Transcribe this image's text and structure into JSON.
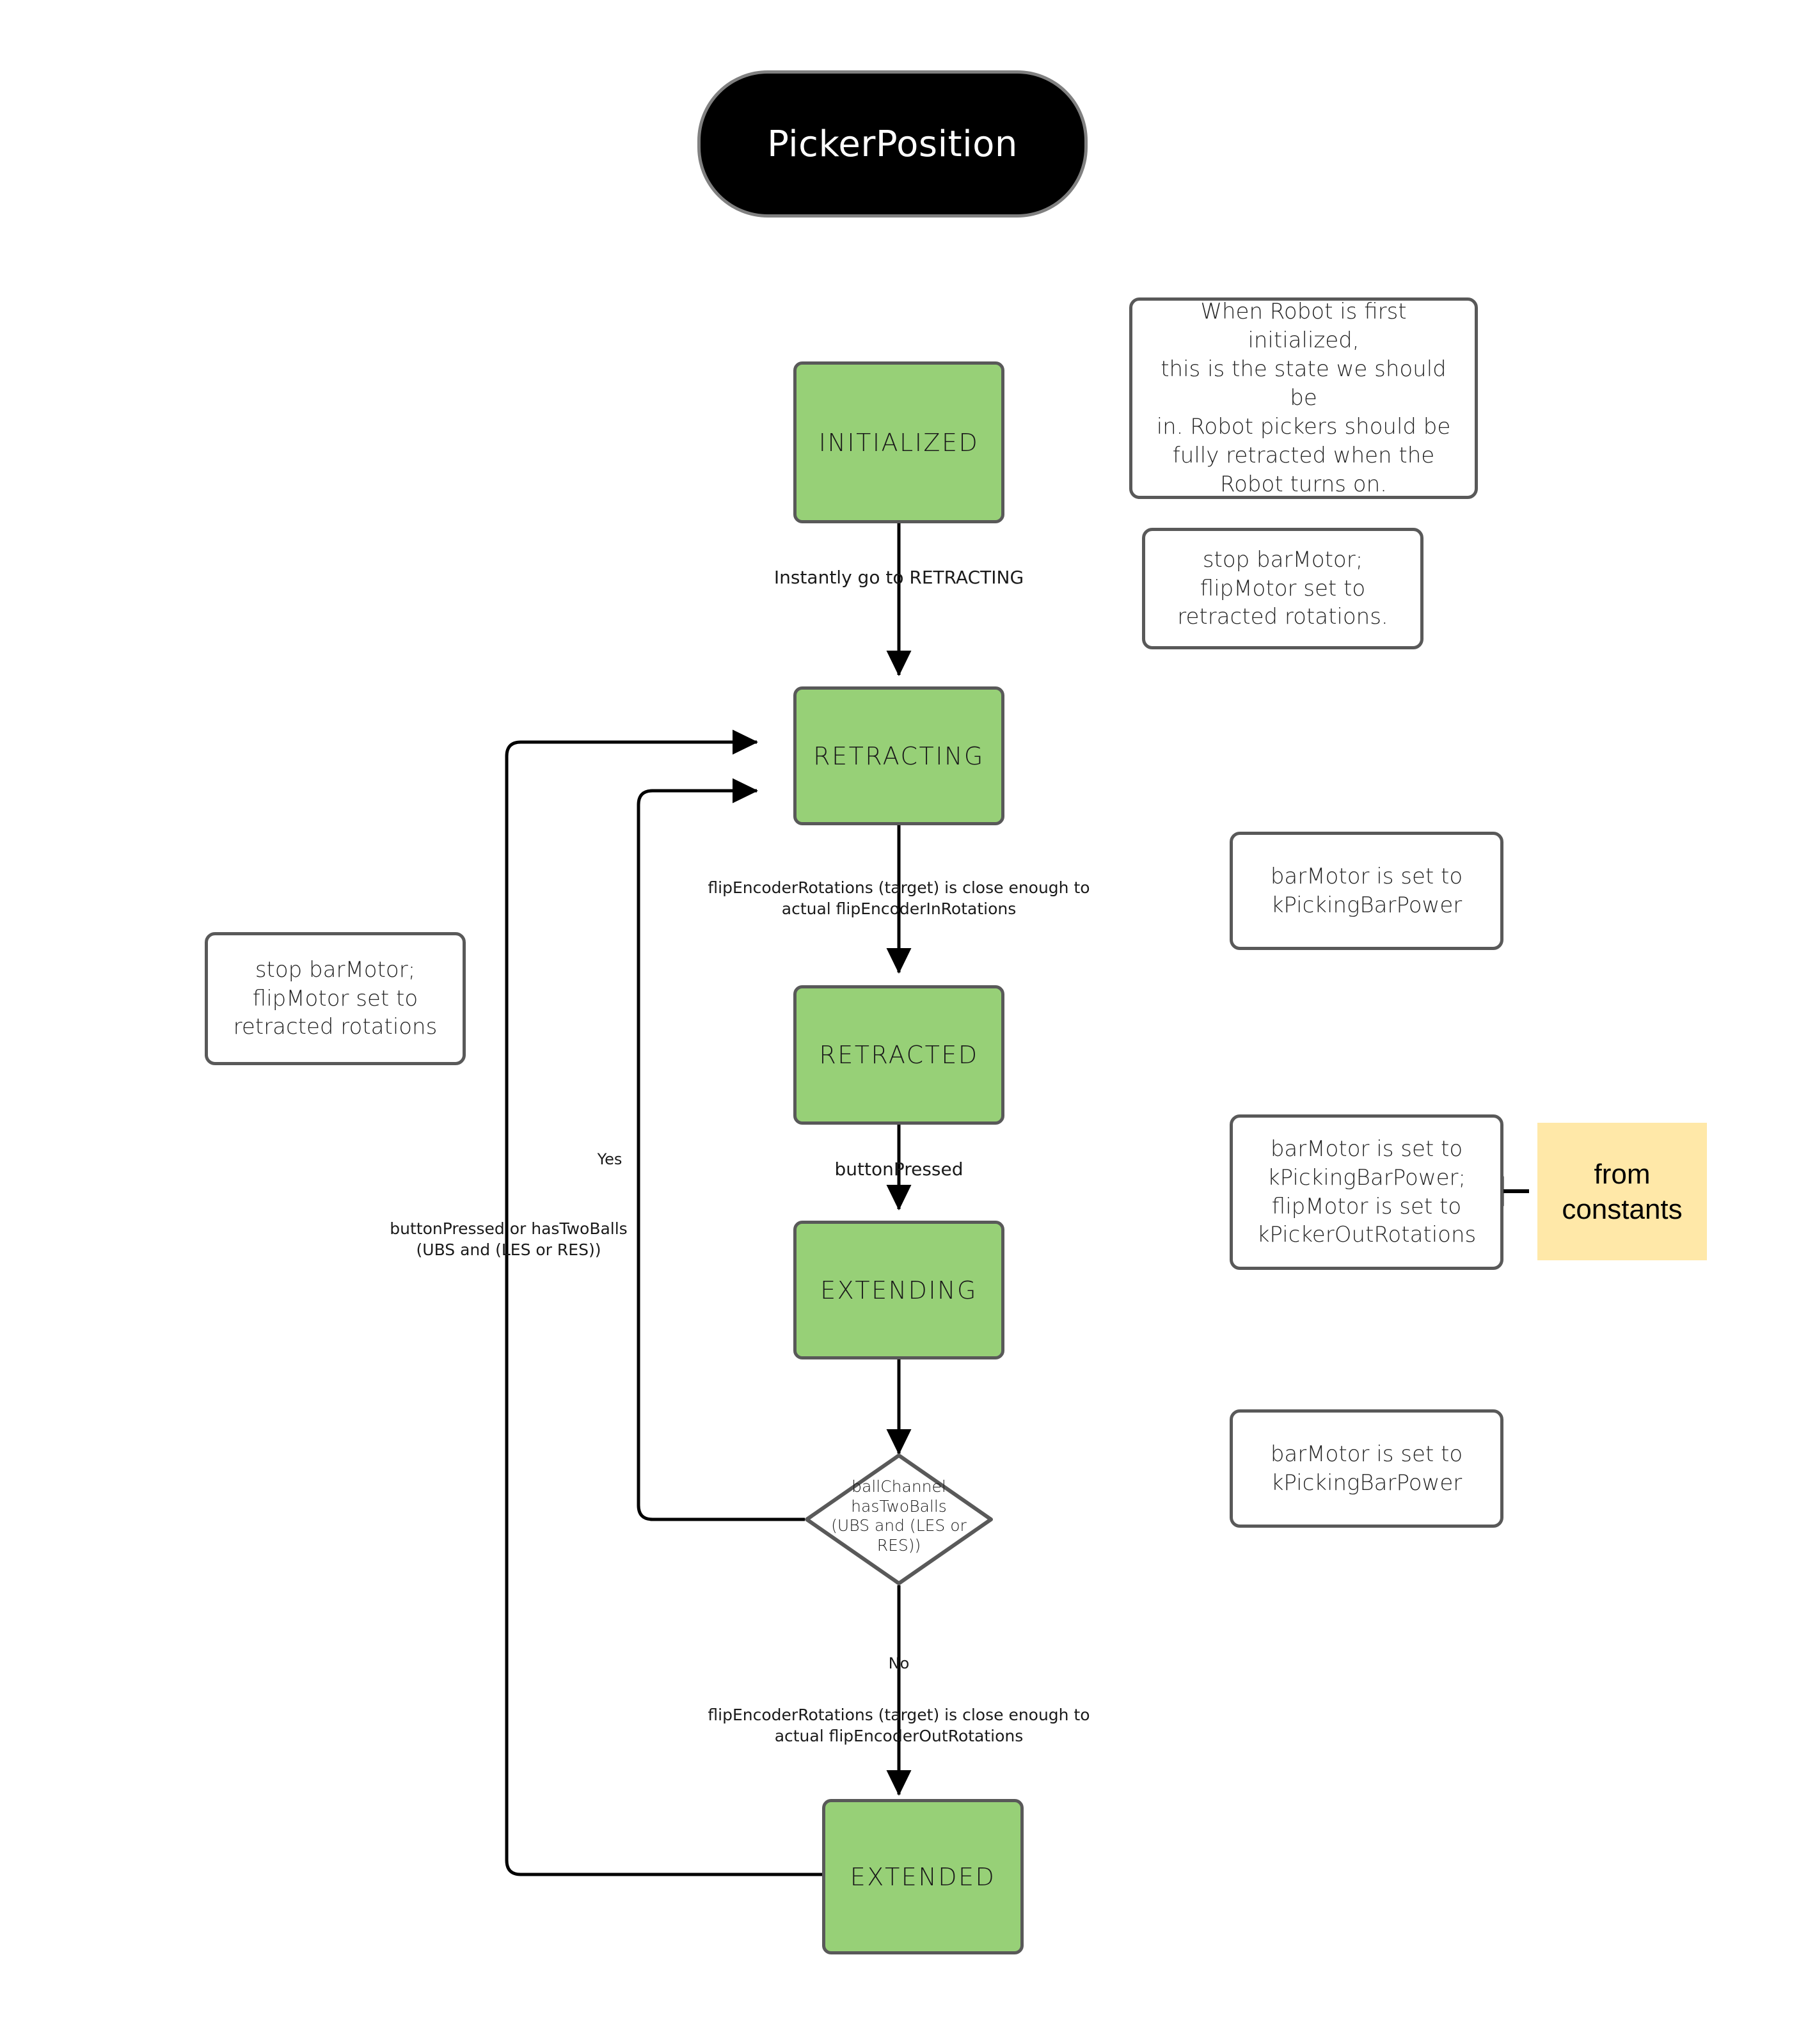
{
  "diagram": {
    "title": "PickerPosition",
    "type": "state-machine-flowchart"
  },
  "colors": {
    "state_fill": "#97d077",
    "state_border": "#595959",
    "note_fill": "#ffffff",
    "note_border": "#595959",
    "sticky_fill": "#ffe8a8",
    "title_fill": "#000000",
    "title_border": "#808080",
    "edge_stroke": "#000000"
  },
  "states": {
    "initialized": "INITIALIZED",
    "retracting": "RETRACTING",
    "retracted": "RETRACTED",
    "extending": "EXTENDING",
    "extended": "EXTENDED"
  },
  "decision": {
    "ball_channel": "ballChannel\nhasTwoBalls\n(UBS and (LES or\nRES))"
  },
  "edge_labels": {
    "instantly_go_to_retracting": "Instantly go to RETRACTING",
    "flip_in_rotations": "flipEncoderRotations (target) is close enough to\nactual flipEncoderInRotations",
    "button_pressed": "buttonPressed",
    "yes": "Yes",
    "no": "No",
    "flip_out_rotations": "flipEncoderRotations (target) is close enough to\nactual flipEncoderOutRotations",
    "button_pressed_or_has_two_balls": "buttonPressed or hasTwoBalls\n(UBS and (LES or RES))"
  },
  "notes": {
    "initialized_note": "When Robot is first initialized,\nthis is the state we should be\nin. Robot pickers should be\nfully retracted when the\nRobot turns on.",
    "retracting_action": "stop barMotor;\nflipMotor set to\nretracted rotations.",
    "retracting_bar_power": "barMotor is set to\nkPickingBarPower",
    "extending_action": "barMotor is set to\nkPickingBarPower;\nflipMotor is set to\nkPickerOutRotations",
    "extended_bar_power": "barMotor is set to\nkPickingBarPower",
    "left_retract_action": "stop barMotor;\nflipMotor set to\nretracted rotations",
    "from_constants": "from\nconstants"
  }
}
